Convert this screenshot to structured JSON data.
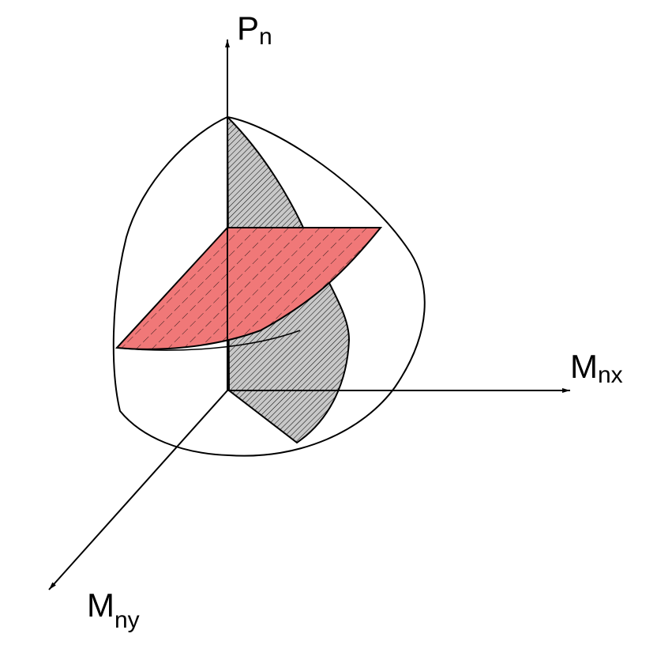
{
  "axes": {
    "vertical": {
      "main": "P",
      "sub": "n"
    },
    "horizontal": {
      "main": "M",
      "sub": "nx"
    },
    "oblique": {
      "main": "M",
      "sub": "ny"
    }
  },
  "colors": {
    "stroke": "#000000",
    "horizontal_section_fill": "#f07878",
    "vertical_section_fill": "#c8c8c8",
    "background": "#ffffff"
  }
}
